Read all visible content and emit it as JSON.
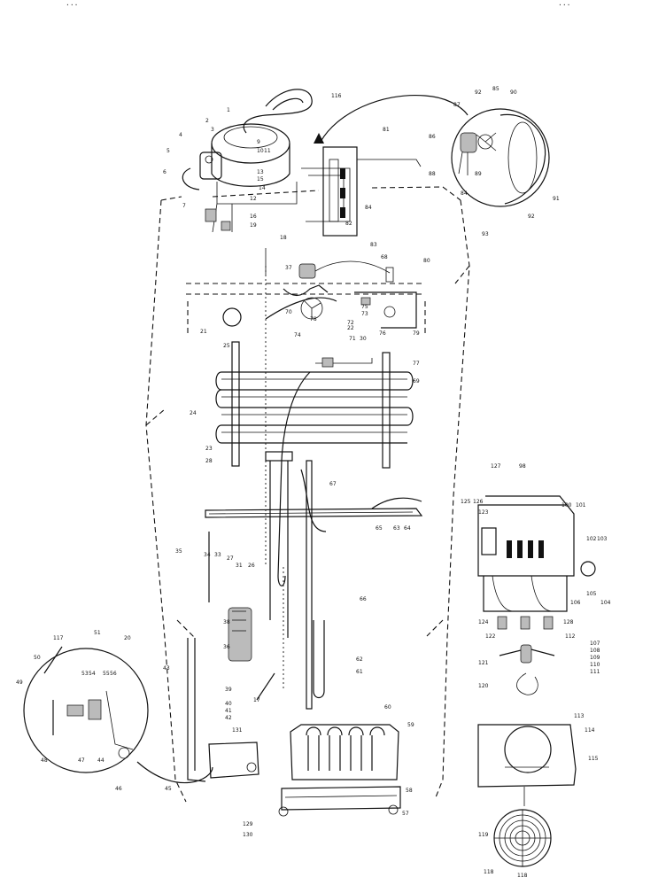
{
  "header": {
    "left_text": "...",
    "right_text": "..."
  },
  "labels": [
    {
      "id": "p1",
      "text": "1"
    },
    {
      "id": "p2",
      "text": "2"
    },
    {
      "id": "p3",
      "text": "3"
    },
    {
      "id": "p4",
      "text": "4"
    },
    {
      "id": "p5",
      "text": "5"
    },
    {
      "id": "p6",
      "text": "6"
    },
    {
      "id": "p7",
      "text": "7"
    },
    {
      "id": "p9",
      "text": "9"
    },
    {
      "id": "p10",
      "text": "10"
    },
    {
      "id": "p11",
      "text": "11"
    },
    {
      "id": "p12",
      "text": "12"
    },
    {
      "id": "p13",
      "text": "13"
    },
    {
      "id": "p14",
      "text": "14"
    },
    {
      "id": "p15",
      "text": "15"
    },
    {
      "id": "p16",
      "text": "16"
    },
    {
      "id": "p17",
      "text": "17"
    },
    {
      "id": "p18",
      "text": "18"
    },
    {
      "id": "p19",
      "text": "19"
    },
    {
      "id": "p20",
      "text": "20"
    },
    {
      "id": "p21",
      "text": "21"
    },
    {
      "id": "p22",
      "text": "22"
    },
    {
      "id": "p23",
      "text": "23"
    },
    {
      "id": "p24",
      "text": "24"
    },
    {
      "id": "p25",
      "text": "25"
    },
    {
      "id": "p26",
      "text": "26"
    },
    {
      "id": "p27",
      "text": "27"
    },
    {
      "id": "p28",
      "text": "28"
    },
    {
      "id": "p30",
      "text": "30"
    },
    {
      "id": "p31",
      "text": "31"
    },
    {
      "id": "p33",
      "text": "33"
    },
    {
      "id": "p34",
      "text": "34"
    },
    {
      "id": "p35",
      "text": "35"
    },
    {
      "id": "p36",
      "text": "36"
    },
    {
      "id": "p37",
      "text": "37"
    },
    {
      "id": "p38",
      "text": "38"
    },
    {
      "id": "p39",
      "text": "39"
    },
    {
      "id": "p40",
      "text": "40"
    },
    {
      "id": "p41",
      "text": "41"
    },
    {
      "id": "p42",
      "text": "42"
    },
    {
      "id": "p43",
      "text": "43"
    },
    {
      "id": "p44",
      "text": "44"
    },
    {
      "id": "p45",
      "text": "45"
    },
    {
      "id": "p46",
      "text": "46"
    },
    {
      "id": "p47",
      "text": "47"
    },
    {
      "id": "p48",
      "text": "48"
    },
    {
      "id": "p49",
      "text": "49"
    },
    {
      "id": "p50",
      "text": "50"
    },
    {
      "id": "p51",
      "text": "51"
    },
    {
      "id": "p53",
      "text": "53"
    },
    {
      "id": "p54",
      "text": "54"
    },
    {
      "id": "p55",
      "text": "55"
    },
    {
      "id": "p56",
      "text": "56"
    },
    {
      "id": "p57",
      "text": "57"
    },
    {
      "id": "p58",
      "text": "58"
    },
    {
      "id": "p59",
      "text": "59"
    },
    {
      "id": "p60",
      "text": "60"
    },
    {
      "id": "p61",
      "text": "61"
    },
    {
      "id": "p62",
      "text": "62"
    },
    {
      "id": "p63",
      "text": "63"
    },
    {
      "id": "p64",
      "text": "64"
    },
    {
      "id": "p65",
      "text": "65"
    },
    {
      "id": "p66",
      "text": "66"
    },
    {
      "id": "p67",
      "text": "67"
    },
    {
      "id": "p68",
      "text": "68"
    },
    {
      "id": "p69",
      "text": "69"
    },
    {
      "id": "p70",
      "text": "70"
    },
    {
      "id": "p71",
      "text": "71"
    },
    {
      "id": "p72",
      "text": "72"
    },
    {
      "id": "p73",
      "text": "73"
    },
    {
      "id": "p74",
      "text": "74"
    },
    {
      "id": "p75",
      "text": "75"
    },
    {
      "id": "p76",
      "text": "76"
    },
    {
      "id": "p77",
      "text": "77"
    },
    {
      "id": "p78",
      "text": "78"
    },
    {
      "id": "p79",
      "text": "79"
    },
    {
      "id": "p80",
      "text": "80"
    },
    {
      "id": "p81",
      "text": "81"
    },
    {
      "id": "p82",
      "text": "82"
    },
    {
      "id": "p83",
      "text": "83"
    },
    {
      "id": "p84",
      "text": "84"
    },
    {
      "id": "p85",
      "text": "85"
    },
    {
      "id": "p86",
      "text": "86"
    },
    {
      "id": "p87",
      "text": "87"
    },
    {
      "id": "p88",
      "text": "88"
    },
    {
      "id": "p89",
      "text": "89"
    },
    {
      "id": "p90",
      "text": "90"
    },
    {
      "id": "p91",
      "text": "91"
    },
    {
      "id": "p92",
      "text": "92"
    },
    {
      "id": "p93",
      "text": "93"
    },
    {
      "id": "p98",
      "text": "98"
    },
    {
      "id": "p100",
      "text": "100"
    },
    {
      "id": "p101",
      "text": "101"
    },
    {
      "id": "p102",
      "text": "102"
    },
    {
      "id": "p103",
      "text": "103"
    },
    {
      "id": "p104",
      "text": "104"
    },
    {
      "id": "p105",
      "text": "105"
    },
    {
      "id": "p106",
      "text": "106"
    },
    {
      "id": "p107",
      "text": "107"
    },
    {
      "id": "p108",
      "text": "108"
    },
    {
      "id": "p109",
      "text": "109"
    },
    {
      "id": "p110",
      "text": "110"
    },
    {
      "id": "p111",
      "text": "111"
    },
    {
      "id": "p112",
      "text": "112"
    },
    {
      "id": "p113",
      "text": "113"
    },
    {
      "id": "p114",
      "text": "114"
    },
    {
      "id": "p115",
      "text": "115"
    },
    {
      "id": "p116",
      "text": "116"
    },
    {
      "id": "p117",
      "text": "117"
    },
    {
      "id": "p118",
      "text": "118"
    },
    {
      "id": "p119",
      "text": "119"
    },
    {
      "id": "p120",
      "text": "120"
    },
    {
      "id": "p121",
      "text": "121"
    },
    {
      "id": "p122",
      "text": "122"
    },
    {
      "id": "p123",
      "text": "123"
    },
    {
      "id": "p124",
      "text": "124"
    },
    {
      "id": "p125",
      "text": "125"
    },
    {
      "id": "p126",
      "text": "126"
    },
    {
      "id": "p127",
      "text": "127"
    },
    {
      "id": "p128",
      "text": "128"
    },
    {
      "id": "p129",
      "text": "129"
    },
    {
      "id": "p130",
      "text": "130"
    },
    {
      "id": "p131",
      "text": "131"
    },
    {
      "id": "p118b",
      "text": "118"
    },
    {
      "id": "p92b",
      "text": "92"
    },
    {
      "id": "p84b",
      "text": "84"
    }
  ]
}
